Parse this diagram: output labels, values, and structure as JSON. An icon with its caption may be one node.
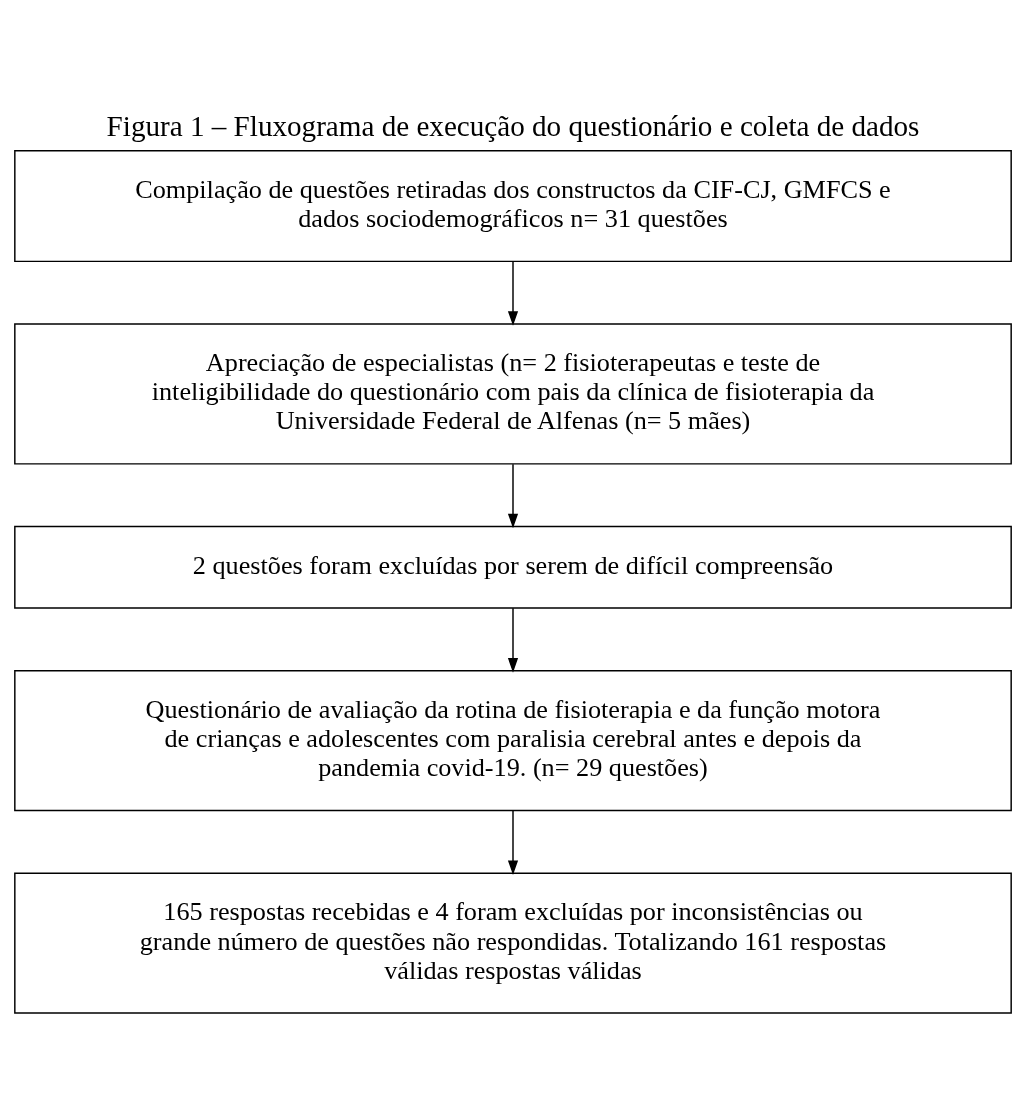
{
  "diagram": {
    "title": "Figura 1 – Fluxograma de execução do questionário e coleta de dados",
    "nodes": [
      {
        "text": [
          "Compilação de questões retiradas dos constructos da CIF-CJ, GMFCS e dados sociodemográficos n= 31 questões"
        ]
      },
      {
        "text": [
          "Apreciação de especialistas (n= 2 fisioterapeutas e teste de inteligibilidade do questionário com pais da clínica de fisioterapia da Universidade Federal de Alfenas (n= 5 mães)"
        ]
      },
      {
        "text": [
          "2 questões foram excluídas por serem de difícil compreensão"
        ]
      },
      {
        "text": [
          "Questionário de avaliação da rotina de fisioterapia e da função motora de crianças e adolescentes com paralisia cerebral antes e depois da pandemia covid-19. (n= 29 questões)"
        ]
      },
      {
        "text": [
          "165 respostas recebidas e 4 foram excluídas por inconsistências ou grande número de questões não respondidas. Totalizando 161 respostas válidas respostas válidas"
        ]
      }
    ],
    "edges": [
      {
        "from": 0,
        "to": 1,
        "arrow": "to"
      },
      {
        "from": 1,
        "to": 2,
        "arrow": "to"
      },
      {
        "from": 2,
        "to": 3,
        "arrow": "to"
      },
      {
        "from": 3,
        "to": 4,
        "arrow": "to"
      }
    ]
  }
}
